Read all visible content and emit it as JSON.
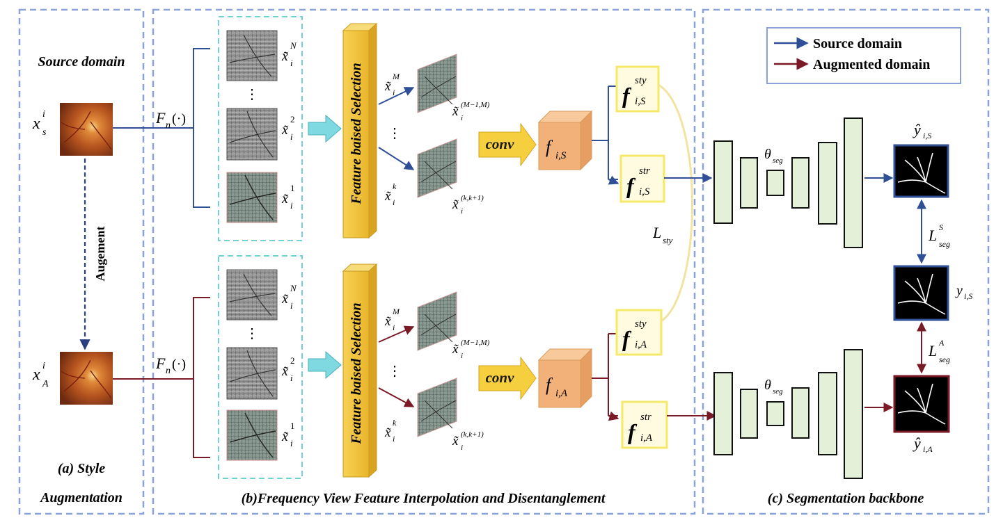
{
  "panels": {
    "a_title": "Source domain",
    "a_caption_1": "(a) Style",
    "a_caption_2": "Augmentation",
    "b_caption": "(b)Frequency View Feature Interpolation and Disentanglement",
    "c_caption": "(c) Segmentation backbone"
  },
  "legend": {
    "source": "Source domain",
    "augmented": "Augmented domain"
  },
  "labels": {
    "augement": "Augement",
    "feature_selection": "Feature baised Selection",
    "conv": "conv",
    "freq_op": "F",
    "freq_sub": "n",
    "freq_arg": "(·)",
    "vdots": "⋮",
    "loss_sty": "L",
    "loss_sty_sub": "sty",
    "theta": "θ",
    "theta_sub": "seg"
  },
  "math": {
    "x": "x",
    "xt": "x̃",
    "y": "y",
    "yhat": "ŷ",
    "f": "f",
    "L": "L",
    "i": "i",
    "s": "s",
    "A": "A",
    "N": "N",
    "M": "M",
    "k": "k",
    "two": "2",
    "one": "1",
    "mm": "(M−1,M)",
    "kk": "(k,k+1)",
    "iS": "i,S",
    "iA": "i,A",
    "sty": "sty",
    "str": "str",
    "seg": "seg",
    "S": "S"
  },
  "colors": {
    "source": "#2f4f96",
    "augmented": "#7b1a26",
    "panel_border": "#8aa2d8",
    "dashed_teal": "#6fd3cf",
    "block_fill": "#e4f0d8",
    "cube": "#f3b17a",
    "feature_box": "#f5e96a",
    "fs_bar": "#f2c744",
    "conv_arrow": "#f5cf3d",
    "cyan_arrow": "#7fd9e0",
    "sty_curve": "#f3e3a0"
  }
}
